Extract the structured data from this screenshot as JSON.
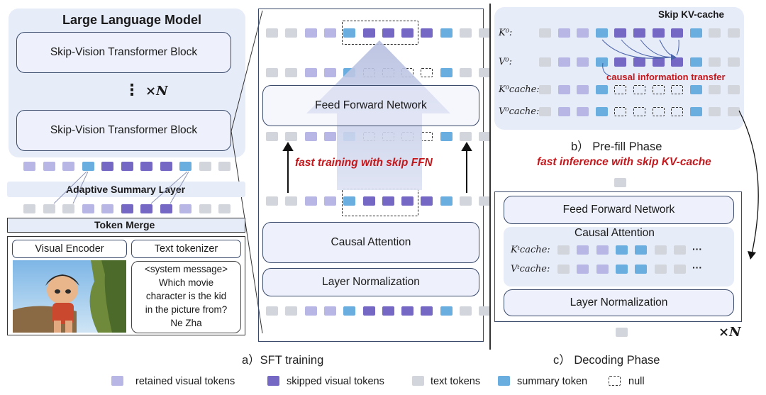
{
  "llm": {
    "title": "Large Language Model",
    "block1": "Skip-Vision Transformer Block",
    "block2": "Skip-Vision Transformer Block",
    "repeat_dots": "⋮",
    "repeat_n": "×N"
  },
  "left": {
    "summary_layer": "Adaptive Summary Layer",
    "token_merge": "Token Merge",
    "visual_encoder": "Visual Encoder",
    "text_tokenizer": "Text tokenizer",
    "text_lines": [
      "<system message>",
      "Which movie",
      "character is the kid",
      "in the picture from?",
      "Ne Zha"
    ]
  },
  "sft": {
    "ffn": "Feed Forward Network",
    "attn": "Causal Attention",
    "norm": "Layer Normalization",
    "fast_label": "fast training with skip FFN",
    "caption": "a）SFT training"
  },
  "prefill": {
    "title": "Skip KV-cache",
    "k0": "K⁰:",
    "v0": "V⁰:",
    "kcache": "K⁰cache:",
    "vcache": "V⁰cache:",
    "transfer": "causal information transfer",
    "caption": "b） Pre-fill Phase"
  },
  "fast_inference": "fast inference with skip KV-cache",
  "decoding": {
    "ffn": "Feed Forward Network",
    "attn": "Causal Attention",
    "kt": "Kᵗcache:",
    "vt": "Vᵗcache:",
    "ellipsis1": "···",
    "ellipsis2": "···",
    "norm": "Layer Normalization",
    "repeat_n": "×N",
    "caption": "c） Decoding Phase"
  },
  "legend": {
    "retained": "retained visual tokens",
    "skipped": "skipped visual tokens",
    "text": "text tokens",
    "summary": "summary token",
    "null": "null"
  },
  "colors": {
    "retained": "#b8b6e4",
    "skipped": "#7468c4",
    "text": "#d3d5dc",
    "summary": "#6aaee0",
    "accent_red": "#c4171c",
    "panel": "#e7ecf9"
  }
}
